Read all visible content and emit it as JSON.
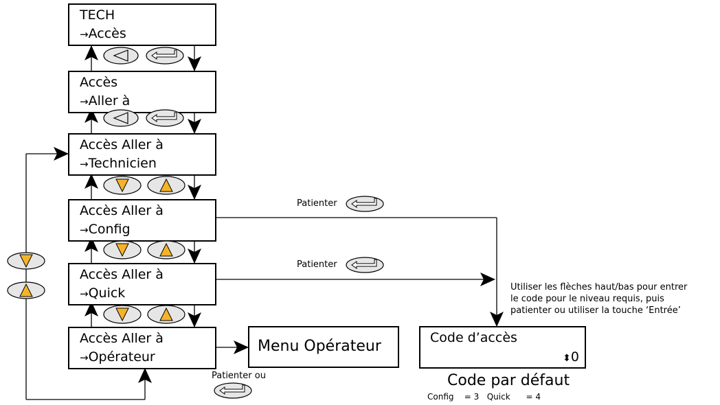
{
  "screens": [
    {
      "id": "tech",
      "line1": "TECH",
      "line2": "Accès"
    },
    {
      "id": "acces",
      "line1": "Accès",
      "line2": "Aller à"
    },
    {
      "id": "technicien",
      "line1": "Accès Aller à",
      "line2": "Technicien"
    },
    {
      "id": "config",
      "line1": "Accès Aller à",
      "line2": "Config"
    },
    {
      "id": "quick",
      "line1": "Accès Aller à",
      "line2": "Quick"
    },
    {
      "id": "operateur",
      "line1": "Accès Aller à",
      "line2": "Opérateur"
    }
  ],
  "arrow_glyph": "→",
  "labels": {
    "wait_config": "Patienter",
    "wait_quick": "Patienter",
    "wait_or": "Patienter ou",
    "operator_menu": "Menu Opérateur",
    "instructions": [
      "Utiliser les flèches haut/bas pour entrer",
      "le code pour le niveau requis, puis",
      "patienter ou utiliser la touche ‘Entrée’"
    ],
    "code_title": "Code d’accès",
    "code_value": "0",
    "code_arrows": "⬍",
    "default_title": "Code par défaut",
    "default_codes": "Config    = 3   Quick      = 4"
  },
  "colors": {
    "key_fill": "#e6e6e6",
    "triangle_fill": "#f5b32a",
    "line": "#000000"
  },
  "icons": {
    "back_key": "back-key-icon",
    "enter_key": "enter-key-icon",
    "down_key": "down-key-icon",
    "up_key": "up-key-icon"
  }
}
